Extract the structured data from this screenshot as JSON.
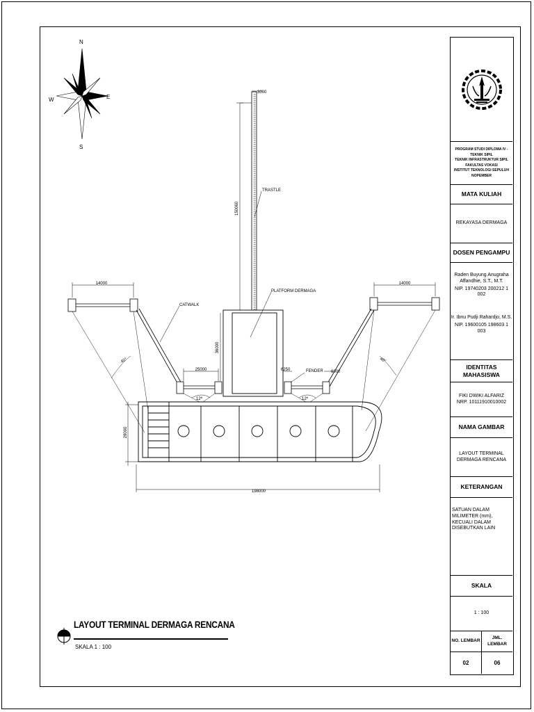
{
  "compass": {
    "n": "N",
    "s": "S",
    "e": "E",
    "w": "W"
  },
  "dims": {
    "trestle_width": "3000",
    "trestle_length": "150060",
    "left_width": "14000",
    "right_width": "14000",
    "platform_height": "36000",
    "bay_left": "25000",
    "bay_small": "6250",
    "bay_right": "6000",
    "angle_left": "40°",
    "angle_right": "40°",
    "mooring_left": "12ª",
    "mooring_right": "12ª",
    "ship_height": "28000",
    "total_length": "198000"
  },
  "labels": {
    "trestle": "TRASTLE",
    "platform": "PLATFORM DERMAGA",
    "catwalk": "CATWALK",
    "fender": "FENDER"
  },
  "title": {
    "main": "LAYOUT TERMINAL DERMAGA RENCANA",
    "scale": "SKALA 1 : 100"
  },
  "titleblock": {
    "institution": [
      "PROGRAM STUDI DIPLOMA IV - TEKNIK SIPIL",
      "TEKNIK INFRASTRUKTUR SIPIL",
      "FAKULTAS VOKASI",
      "INSTITUT TEKNOLOGI SEPULUH NOPEMBER"
    ],
    "course_header": "MATA KULIAH",
    "course": "REKAYASA DERMAGA",
    "lecturer_header": "DOSEN PENGAMPU",
    "lecturer1_name": "Raden Buyung Anugraha Affandhie, S.T., M.T.",
    "lecturer1_nip": "NIP. 19740203 200212 1 002",
    "lecturer2_name": "Ir. Ibnu Pudji Rahardjo, M.S.",
    "lecturer2_nip": "NIP. 19600105 198603 1 003",
    "student_header": "IDENTITAS MAHASISWA",
    "student_name": "FIKI DWIKI ALFARIZ",
    "student_nrp": "NRP. 10111910010002",
    "drawing_header": "NAMA GAMBAR",
    "drawing_name": "LAYOUT TERMINAL DERMAGA RENCANA",
    "notes_header": "KETERANGAN",
    "notes": "SATUAN DALAM MILIMETER (mm), KECUALI DALAM DISEBUTKAN LAIN",
    "scale_header": "SKALA",
    "scale": "1 : 100",
    "sheet_no_header": "NO. LEMBAR",
    "sheet_total_header": "JML. LEMBAR",
    "sheet_no": "02",
    "sheet_total": "06"
  }
}
